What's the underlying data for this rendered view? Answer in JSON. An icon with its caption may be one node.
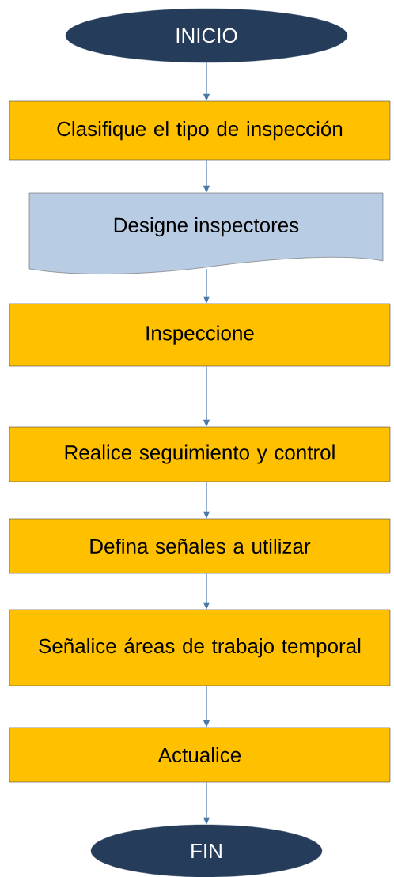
{
  "diagram": {
    "nodes": [
      {
        "text": [
          "INICIO"
        ]
      },
      {
        "text": [
          "Clasifique el tipo de inspección"
        ]
      },
      {
        "text": [
          "Designe inspectores"
        ]
      },
      {
        "text": [
          "Inspeccione"
        ]
      },
      {
        "text": [
          "Realice seguimiento y control"
        ]
      },
      {
        "text": [
          "Defina señales a utilizar"
        ]
      },
      {
        "text": [
          "Señalice áreas de trabajo temporal"
        ]
      },
      {
        "text": [
          "Actualice"
        ]
      },
      {
        "text": [
          "FIN"
        ]
      }
    ],
    "edges": [
      {
        "from": 0,
        "to": 1,
        "arrow": "to"
      },
      {
        "from": 1,
        "to": 2,
        "arrow": "to"
      },
      {
        "from": 2,
        "to": 3,
        "arrow": "to"
      },
      {
        "from": 3,
        "to": 4,
        "arrow": "to"
      },
      {
        "from": 4,
        "to": 5,
        "arrow": "to"
      },
      {
        "from": 5,
        "to": 6,
        "arrow": "to"
      },
      {
        "from": 6,
        "to": 7,
        "arrow": "to"
      },
      {
        "from": 7,
        "to": 8,
        "arrow": "to"
      }
    ]
  }
}
